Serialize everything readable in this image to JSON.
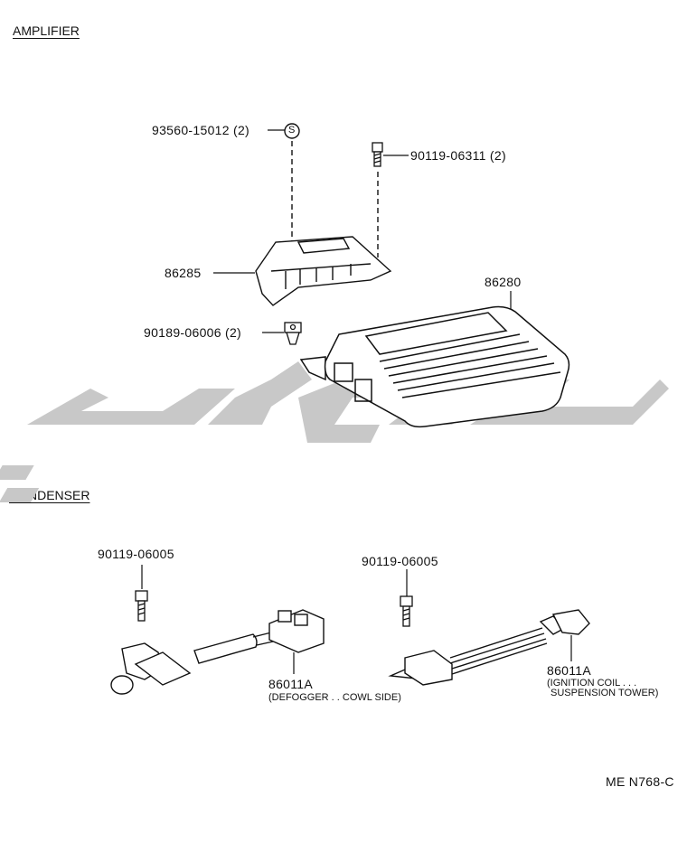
{
  "sections": {
    "amplifier": "AMPLIFIER",
    "condenser": "CONDENSER"
  },
  "amplifier_parts": {
    "washer_nut": "93560-15012 (2)",
    "washer_symbol": "S",
    "bolt_top": "90119-06311 (2)",
    "bracket": "86285",
    "amplifier": "86280",
    "clip_nut": "90189-06006 (2)"
  },
  "condenser_parts": {
    "bolt_left": "90119-06005",
    "bolt_right": "90119-06005",
    "condenser_left": "86011A",
    "condenser_left_note": "(DEFOGGER . . COWL SIDE)",
    "condenser_right": "86011A",
    "condenser_right_note_1": "(IGNITION COIL . . .",
    "condenser_right_note_2": "SUSPENSION TOWER)"
  },
  "figure_code": "ME N768-C"
}
